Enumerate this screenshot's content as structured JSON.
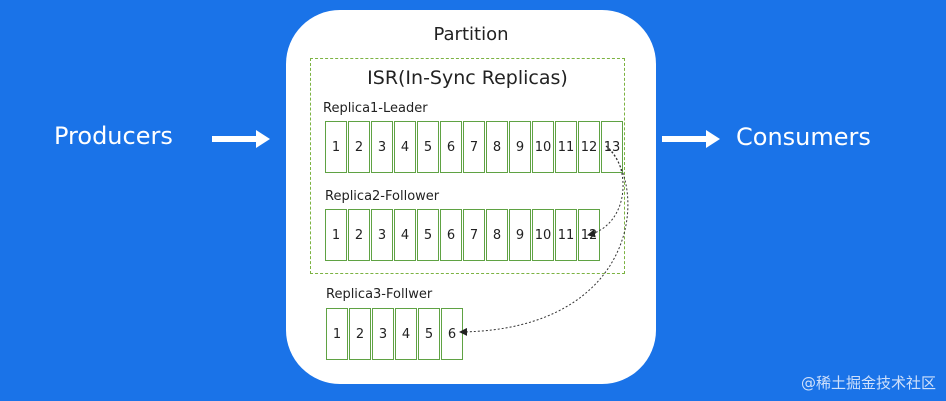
{
  "producers": "Producers",
  "consumers": "Consumers",
  "partition": {
    "title": "Partition",
    "isr_title": "ISR(In-Sync Replicas)",
    "replicas": [
      {
        "label": "Replica1-Leader",
        "cells": [
          "1",
          "2",
          "3",
          "4",
          "5",
          "6",
          "7",
          "8",
          "9",
          "10",
          "11",
          "12",
          "13"
        ]
      },
      {
        "label": "Replica2-Follower",
        "cells": [
          "1",
          "2",
          "3",
          "4",
          "5",
          "6",
          "7",
          "8",
          "9",
          "10",
          "11",
          "12"
        ]
      },
      {
        "label": "Replica3-Follwer",
        "cells": [
          "1",
          "2",
          "3",
          "4",
          "5",
          "6"
        ]
      }
    ]
  },
  "watermark": "@稀土掘金技术社区",
  "colors": {
    "background": "#1a73e8",
    "cell_border": "#5fa243",
    "isr_border": "#7cb342"
  }
}
